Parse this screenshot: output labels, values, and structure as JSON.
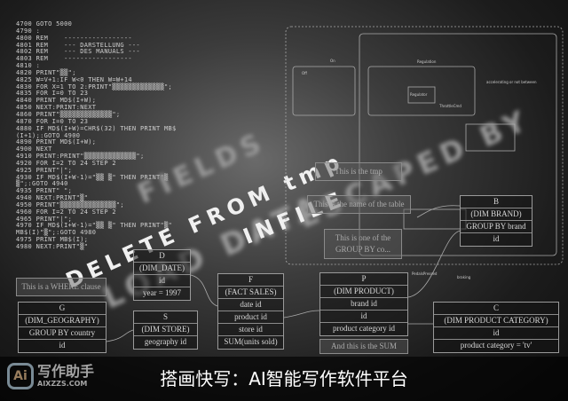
{
  "code_lines": [
    "4700 GOTO 5000",
    "4790 :",
    "4800 REM    -----------------",
    "4801 REM    --- DARSTELLUNG ---",
    "4802 REM    --- DES MANUALS ---",
    "4803 REM    -----------------",
    "4810 :",
    "4820 PRINT\"▒▒\";",
    "4825 W=V+1:IF W<0 THEN W=W+14",
    "4830 FOR X=1 TO 2:PRINT\"▒▒▒▒▒▒▒▒▒▒▒▒▒\";",
    "4835 FOR I=0 TO 23",
    "4840 PRINT MD$(I+W);",
    "4850 NEXT:PRINT:NEXT",
    "4860 PRINT\"▒▒▒▒▒▒▒▒▒▒▒▒▒\";",
    "4870 FOR I=0 TO 23",
    "4880 IF MD$(I+W)=CHR$(32) THEN PRINT MB$",
    "(I+1);:GOTO 4900",
    "4890 PRINT MD$(I+W);",
    "4900 NEXT",
    "4910 PRINT:PRINT\"▒▒▒▒▒▒▒▒▒▒▒▒▒\";",
    "4920 FOR I=2 TO 24 STEP 2",
    "4925 PRINT\"|\";",
    "4930 IF MD$(I+W-1)=\"▒▒ ▒\" THEN PRINT\"▒",
    "▒\";:GOTO 4940",
    "4935 PRINT\" \";",
    "4940 NEXT:PRINT\"▒\"",
    "4950 PRINT\"▒▒▒▒▒▒▒▒▒▒▒▒▒▒\";",
    "4960 FOR I=2 TO 24 STEP 2",
    "4965 PRINT\"|\";",
    "4970 IF MD$(I+W-1)=\"▒▒ ▒\" THEN PRINT\"▒\"",
    "MB$(I)\"▒\";:GOTO 4980",
    "4975 PRINT MB$(I);",
    "4980 NEXT:PRINT\"▒\""
  ],
  "big_text": {
    "delete": "DELETE FROM tmp",
    "fields": "FIELDS",
    "infile": "INFILE",
    "load": "LOAD DATA",
    "escaped": "ESCAPED BY"
  },
  "tables": {
    "d": [
      "D",
      "(DIM_DATE)",
      "id",
      "year = 1997"
    ],
    "f": [
      "F",
      "(FACT SALES)",
      "date id",
      "product id",
      "store id",
      "SUM(units sold)"
    ],
    "p": [
      "P",
      "(DIM PRODUCT)",
      "brand id",
      "id",
      "product category id"
    ],
    "c": [
      "C",
      "(DIM PRODUCT CATEGORY)",
      "id",
      "product category = 'tv'"
    ],
    "s": [
      "S",
      "(DIM STORE)",
      "geography id"
    ],
    "g": [
      "G",
      "(DIM_GEOGRAPHY)",
      "GROUP BY country",
      "id"
    ],
    "b": [
      "B",
      "(DIM BRAND)",
      "GROUP BY brand",
      "id"
    ]
  },
  "notes": {
    "where": "This is a WHERE clause",
    "tmp": "This is the tmp",
    "name": "This is the name of the table",
    "groupby1": "This is one of the",
    "groupby2": "GROUP BY co...",
    "sum": "And this is the SUM"
  },
  "flow_labels": {
    "regulation": "Regulation",
    "regulator": "Regulator",
    "throttle": "ThrottleCmd",
    "accel": "accelerating or not between",
    "braking": "braking",
    "peddle": "PedalsPressed",
    "off": "Off",
    "on": "On"
  },
  "watermark": {
    "cn": "写作助手",
    "url": "AIXZZS.COM",
    "badge": "Ai"
  },
  "caption": "搭画快写：AI智能写作软件平台"
}
